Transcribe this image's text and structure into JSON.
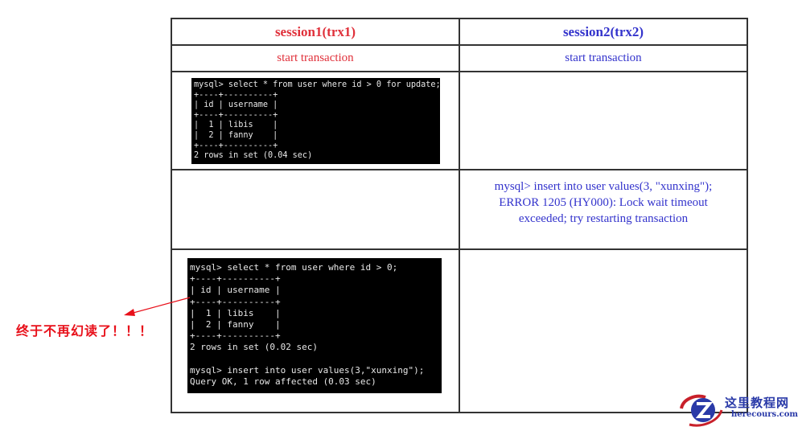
{
  "table": {
    "columns": [
      {
        "header": "session1(trx1)",
        "color": "#e0303a"
      },
      {
        "header": "session2(trx2)",
        "color": "#3333cc"
      }
    ],
    "rows": [
      {
        "session1": "start transaction",
        "session2": "start transaction"
      },
      {
        "session1_terminal": "mysql> select * from user where id > 0 for update;\n+----+----------+\n| id | username |\n+----+----------+\n|  1 | libis    |\n|  2 | fanny    |\n+----+----------+\n2 rows in set (0.04 sec)",
        "session2": ""
      },
      {
        "session1": "",
        "session2": "mysql> insert into user values(3, \"xunxing\"); ERROR 1205 (HY000): Lock wait timeout exceeded; try restarting transaction"
      },
      {
        "session1_terminal": "mysql> select * from user where id > 0;\n+----+----------+\n| id | username |\n+----+----------+\n|  1 | libis    |\n|  2 | fanny    |\n+----+----------+\n2 rows in set (0.02 sec)\n\nmysql> insert into user values(3,\"xunxing\");\nQuery OK, 1 row affected (0.03 sec)",
        "session2": ""
      }
    ]
  },
  "annotation": {
    "text": "终于不再幻读了！！！",
    "color": "#e8101a"
  },
  "watermark": {
    "title": "这里教程网",
    "domain": "herecours.com"
  }
}
